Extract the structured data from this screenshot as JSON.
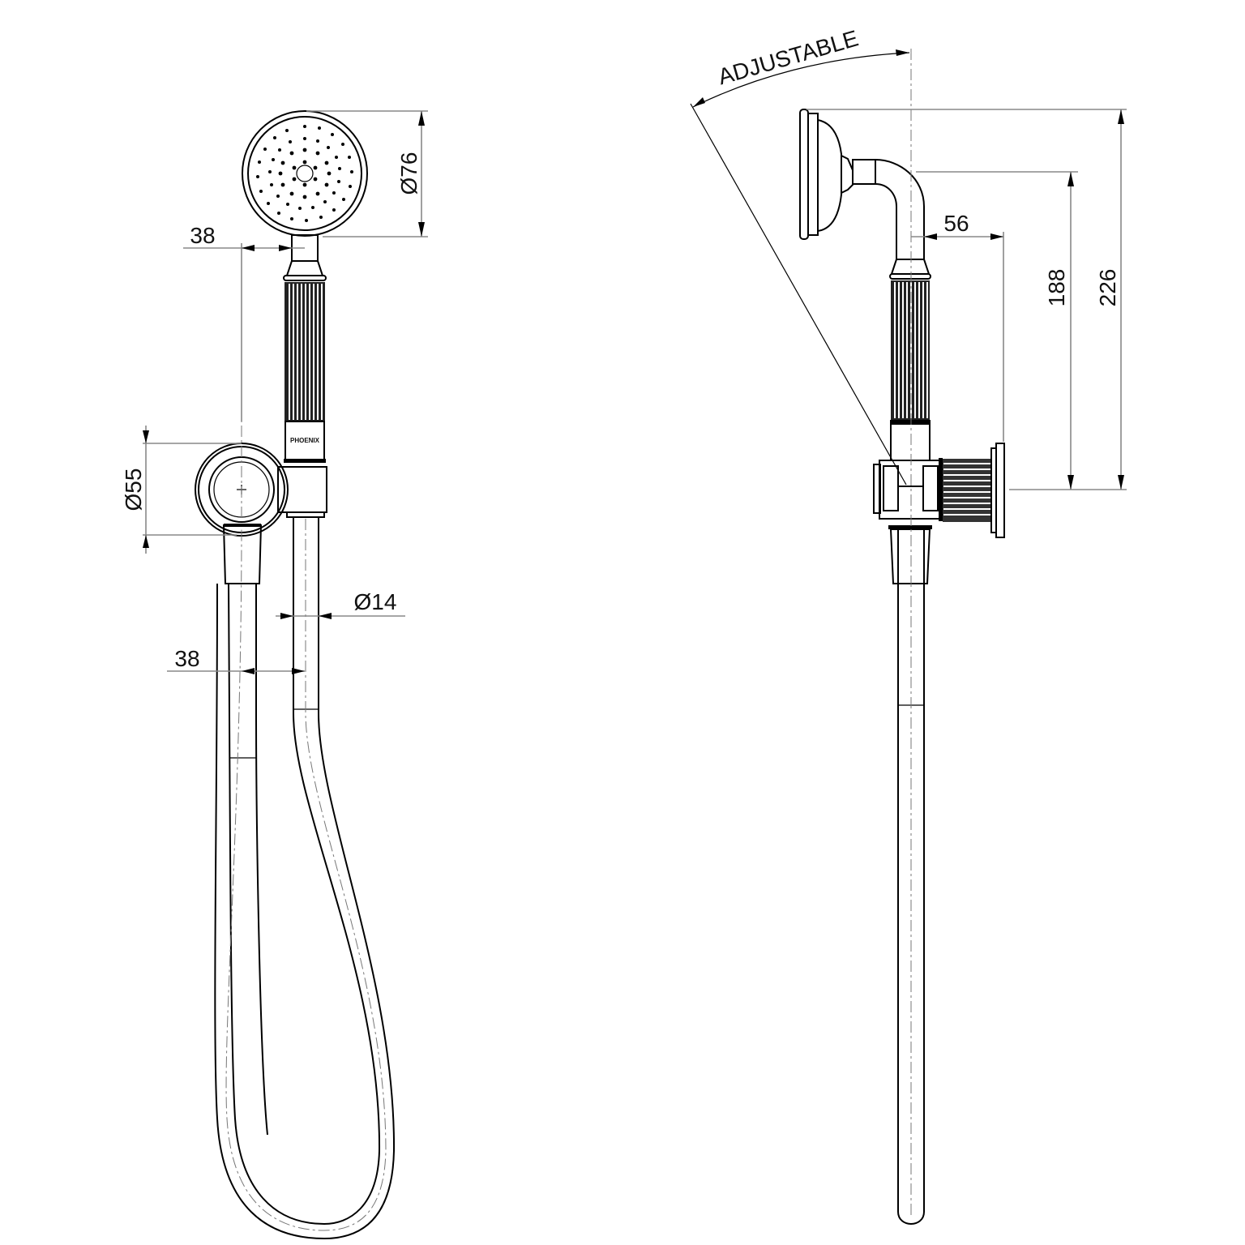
{
  "drawing": {
    "type": "technical-drawing",
    "subject": "hand shower on wall bracket with hose",
    "brand_label": "PHOENIX",
    "line_color": "#000000",
    "dimension_color": "#888888"
  },
  "front_view": {
    "dimensions": {
      "head_diameter": "Ø76",
      "head_offset": "38",
      "bracket_diameter": "Ø55",
      "hose_diameter": "Ø14",
      "hose_spacing": "38"
    }
  },
  "side_view": {
    "annotation": "ADJUSTABLE",
    "dimensions": {
      "projection": "56",
      "height_188": "188",
      "height_226": "226"
    }
  }
}
